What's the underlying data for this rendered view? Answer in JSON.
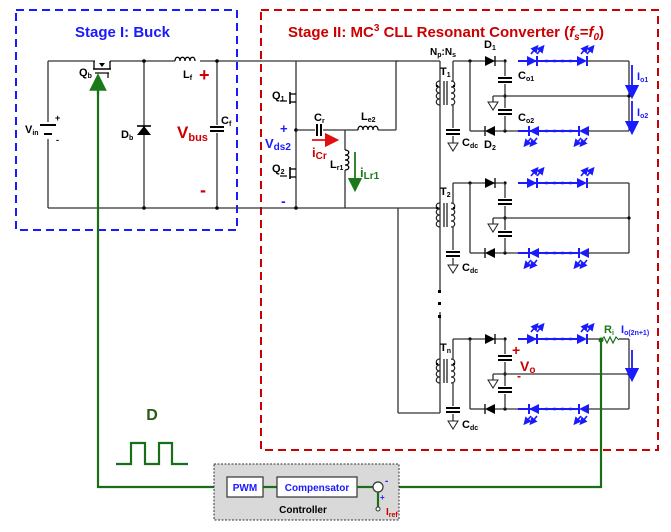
{
  "stage1": {
    "title": "Stage I: Buck",
    "labels": {
      "vin": "V",
      "vin_sub": "in",
      "qb": "Q",
      "qb_sub": "b",
      "lf": "L",
      "lf_sub": "f",
      "db": "D",
      "db_sub": "b",
      "cf": "C",
      "cf_sub": "f",
      "vbus": "V",
      "vbus_sub": "bus",
      "plus": "+",
      "minus": "-"
    }
  },
  "stage2": {
    "title_pre": "Stage II: MC",
    "title_sup": "3",
    "title_post": " CLL Resonant Converter (",
    "title_fs": "f",
    "title_fs_sub": "s",
    "title_eq": "=",
    "title_f0": "f",
    "title_f0_sub": "0",
    "title_close": ")",
    "labels": {
      "q1": "Q",
      "q1_sub": "1",
      "q2": "Q",
      "q2_sub": "2",
      "cr": "C",
      "cr_sub": "r",
      "le2": "L",
      "le2_sub": "e2",
      "lr1": "L",
      "lr1_sub": "r1",
      "vds2": "V",
      "vds2_sub": "ds2",
      "icr": "i",
      "icr_sub": "Cr",
      "ilr1": "i",
      "ilr1_sub": "Lr1",
      "ratio": "N",
      "ratio_p": "p",
      "ratio_colon": ":N",
      "ratio_s": "s",
      "t1": "T",
      "t1_sub": "1",
      "t2": "T",
      "t2_sub": "2",
      "tn": "T",
      "tn_sub": "n",
      "d1": "D",
      "d1_sub": "1",
      "d2": "D",
      "d2_sub": "2",
      "co1": "C",
      "co1_sub": "o1",
      "co2": "C",
      "co2_sub": "o2",
      "cdc": "C",
      "cdc_sub": "dc",
      "io1": "I",
      "io1_sub": "o1",
      "io2": "I",
      "io2_sub": "o2",
      "io2n1": "I",
      "io2n1_sub": "o(2n+1)",
      "ri": "R",
      "ri_sub": "i",
      "vo": "V",
      "vo_sub": "o",
      "plus": "+",
      "minus": "-"
    }
  },
  "controller": {
    "title": "Controller",
    "pwm": "PWM",
    "compensator": "Compensator",
    "iref": "I",
    "iref_sub": "ref",
    "minus": "-",
    "plus": "+",
    "duty_label": "D"
  },
  "colors": {
    "stage1": "#1a1aff",
    "stage2": "#cc0000",
    "control": "#1a6e1a",
    "led": "#1a1aff",
    "controller_bg": "#d9d9d9"
  }
}
